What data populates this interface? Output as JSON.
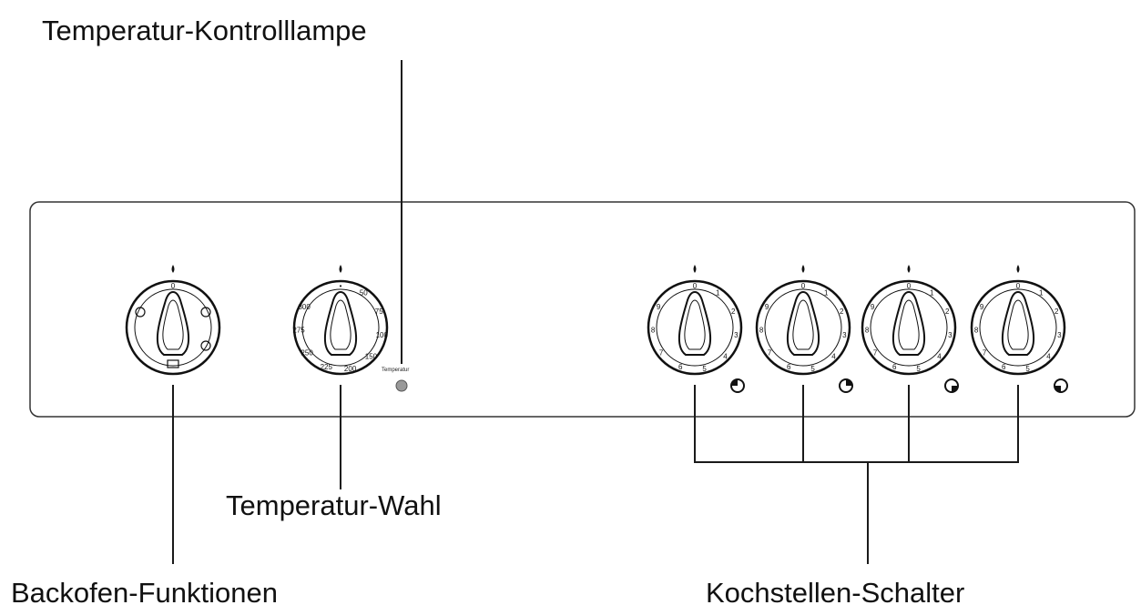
{
  "labels": {
    "kontrolllampe": "Temperatur-Kontrolllampe",
    "temperatur_wahl": "Temperatur-Wahl",
    "backofen": "Backofen-Funktionen",
    "kochstellen": "Kochstellen-Schalter"
  },
  "panel": {
    "indicator_label": "Temperatur"
  },
  "dials": {
    "backofen_marks": [
      "0"
    ],
    "temperatur_marks": [
      "•",
      "50",
      "75",
      "100",
      "150",
      "200",
      "225",
      "250",
      "275",
      "300"
    ],
    "kochstellen_marks": [
      "0",
      "1",
      "2",
      "3",
      "4",
      "5",
      "6",
      "7",
      "8",
      "9"
    ]
  },
  "colors": {
    "line": "#1a1a1a",
    "panel_border": "#333333",
    "lamp": "#999999"
  }
}
